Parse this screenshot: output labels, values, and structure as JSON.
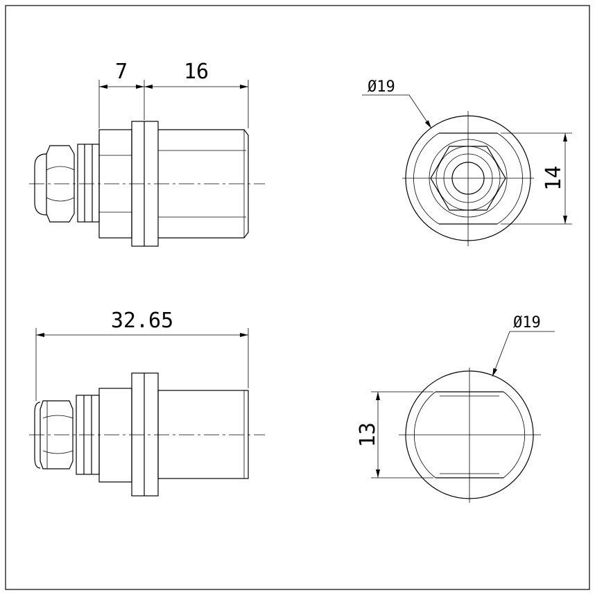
{
  "drawing": {
    "views": {
      "top_side": {
        "dim_flange": "7",
        "dim_body": "16"
      },
      "top_end": {
        "diameter": "Ø19",
        "across_flats": "14"
      },
      "bottom_side": {
        "overall_length": "32.65"
      },
      "bottom_end": {
        "diameter": "Ø19",
        "across_flats": "13"
      }
    }
  }
}
